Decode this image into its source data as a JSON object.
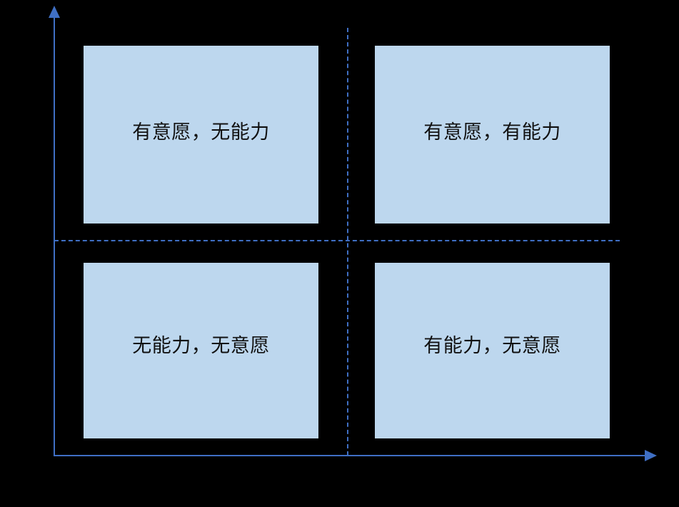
{
  "diagram": {
    "type": "four-quadrant-matrix",
    "background_color": "#000000",
    "box_fill_color": "#bdd7ee",
    "axis_color": "#3f6fc4",
    "label_color": "#111111",
    "axes": {
      "y_axis_name": "vertical-axis",
      "x_axis_name": "horizontal-axis",
      "y_axis_arrow": "arrow-up",
      "x_axis_arrow": "arrow-right"
    },
    "dividers": {
      "horizontal_style": "dashed",
      "vertical_style": "dashed"
    },
    "quadrants": [
      {
        "position": "top-left",
        "label": "有意愿，无能力"
      },
      {
        "position": "top-right",
        "label": "有意愿，有能力"
      },
      {
        "position": "bottom-left",
        "label": "无能力，无意愿"
      },
      {
        "position": "bottom-right",
        "label": "有能力，无意愿"
      }
    ]
  }
}
